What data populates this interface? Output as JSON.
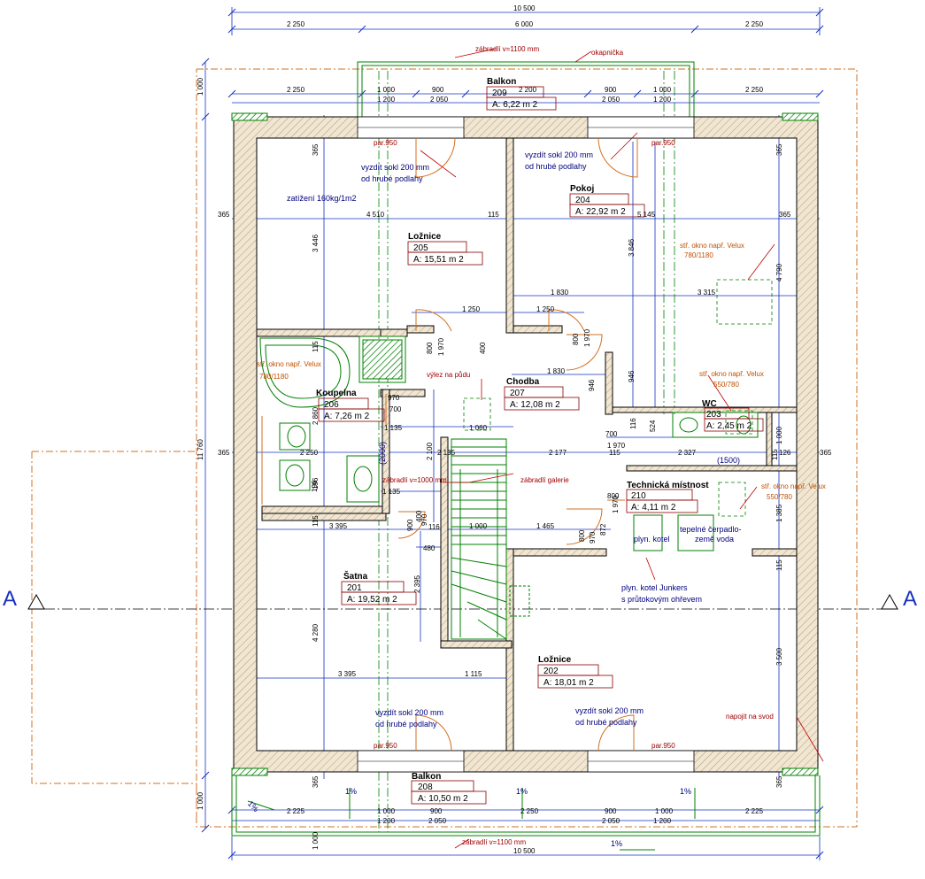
{
  "section_mark": "A",
  "dimensions": {
    "overall_width_top": "10 500",
    "overall_width_bottom": "10 500",
    "top_row": [
      "2 250",
      "6 000",
      "2 250"
    ],
    "upper_row": [
      "2 250",
      "1 000",
      "900",
      "2 200",
      "900",
      "1 000",
      "2 250"
    ],
    "upper_row_sub": [
      "1 200",
      "2 050",
      "2 050",
      "1 200"
    ],
    "bottom_row": [
      "2 225",
      "1 000",
      "900",
      "2 250",
      "900",
      "1 000",
      "2 225"
    ],
    "bottom_row_sub": [
      "1 200",
      "2 050",
      "2 050",
      "1 200"
    ],
    "left_height": "11 760",
    "left_top": "1 000",
    "left_bottom": "1 000",
    "left_wall_top": "365",
    "left_wall_bottom": "365",
    "left_room_1": "3 446",
    "left_room_2": "4 280",
    "left_small": [
      "115",
      "2 860",
      "115",
      "196"
    ],
    "right_room_1": "4 790",
    "right_room_2": "3 500",
    "right_small": [
      "365",
      "1 000",
      "1 385",
      "115",
      "365"
    ],
    "horizontal_1": [
      "365",
      "4 510",
      "115",
      "5 145",
      "365"
    ],
    "horizontal_2": [
      "365",
      "2 250",
      "2 135",
      "2 177",
      "2 327",
      "115",
      "365"
    ],
    "horizontal_3": [
      "3 395",
      "1 000",
      "1 465"
    ],
    "horizontal_4": [
      "3 395",
      "1 115"
    ],
    "misc": [
      "1 830",
      "1 830",
      "3 315",
      "1 250",
      "1 250",
      "800",
      "1 970",
      "800",
      "1 970",
      "400",
      "946",
      "946",
      "3 846",
      "700",
      "970",
      "1 135",
      "1 060",
      "2 100",
      "700",
      "1 970",
      "800",
      "1 970",
      "800",
      "970",
      "872",
      "1 135",
      "900",
      "116",
      "970",
      "400",
      "480",
      "2 395",
      "524",
      "116",
      "196",
      "115",
      "126"
    ]
  },
  "rooms": [
    {
      "name": "Balkon",
      "number": "209",
      "area": "A:  6,22 m 2"
    },
    {
      "name": "Pokoj",
      "number": "204",
      "area": "A:  22,92 m 2"
    },
    {
      "name": "Ložnice",
      "number": "205",
      "area": "A:  15,51 m 2"
    },
    {
      "name": "Koupelna",
      "number": "206",
      "area": "A:  7,26 m 2"
    },
    {
      "name": "Chodba",
      "number": "207",
      "area": "A:  12,08 m 2"
    },
    {
      "name": "WC",
      "number": "203",
      "area": "A:  2,45 m 2"
    },
    {
      "name": "Technická místnost",
      "number": "210",
      "area": "A:  4,11 m 2"
    },
    {
      "name": "Šatna",
      "number": "201",
      "area": "A:  19,52 m 2"
    },
    {
      "name": "Ložnice",
      "number": "202",
      "area": "A:  18,01 m 2"
    },
    {
      "name": "Balkon",
      "number": "208",
      "area": "A:  10,50 m 2"
    }
  ],
  "notes": {
    "railing_top": "zábradlí v=1100 mm",
    "drip_edge": "okapnička",
    "parapet": "par.950",
    "tile_socle_l1": "vyzdít sokl 200 mm",
    "tile_socle_l2": "od hrubé podlahy",
    "load": "zatížení 160kg/1m2",
    "velux_1": "stř. okno např. Velux",
    "velux_1_size": "780/1180",
    "velux_2": "stř. okno např. Velux",
    "velux_2_size": "780/1180",
    "velux_3": "stř. okno např. Velux",
    "velux_3_size": "550/780",
    "velux_4": "stř. okno např. Velux",
    "velux_4_size": "550/780",
    "attic_access": "výlez na půdu",
    "railing_gallery": "zábradlí v=1000 mm",
    "gallery_railing": "zábradlí galerie",
    "bath_height": "(2000)",
    "wc_height": "(1500)",
    "heat_pump_l1": "tepelné čerpadlo-",
    "heat_pump_l2": "země voda",
    "gas_boiler": "plyn. kotel",
    "boiler_l1": "plyn. kotel Junkers",
    "boiler_l2": "s průtokovým ohřevem",
    "downpipe": "napojit na svod",
    "railing_bottom": "zábradlí v=1100 mm",
    "slope": "1%"
  },
  "colors": {
    "wall_fill": "#f1e6d2",
    "wall_stroke": "#000000",
    "dimension": "#1530c0",
    "room_label_box": "#8b0000",
    "green": "#008000",
    "orange_dash": "#d27020",
    "text_blue": "#000080"
  }
}
